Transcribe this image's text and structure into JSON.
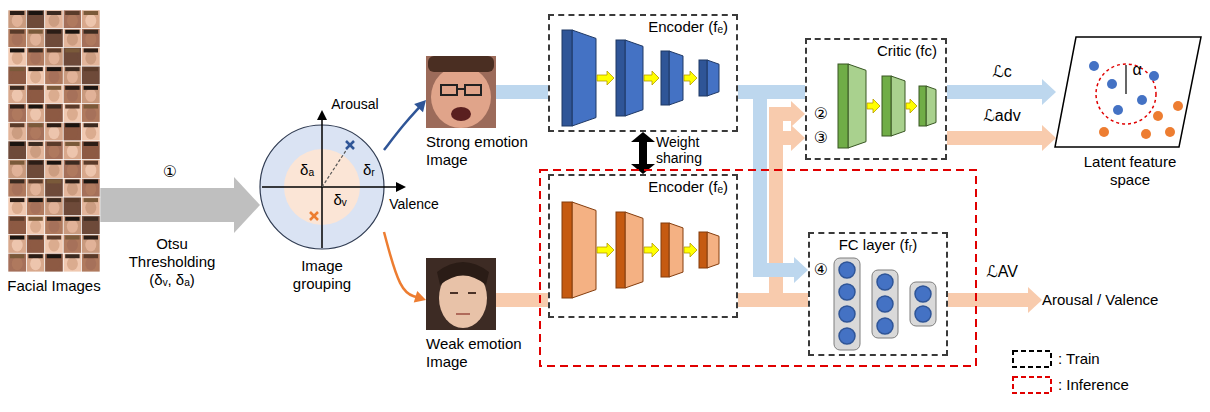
{
  "diagram": {
    "nodes": [
      {
        "text": [
          "Facial Images"
        ]
      },
      {
        "text": [
          "Image grouping"
        ]
      },
      {
        "text": [
          "Strong emotion Image"
        ]
      },
      {
        "text": [
          "Weak emotion Image"
        ]
      },
      {
        "text": [
          "Encoder (fₑ)"
        ]
      },
      {
        "text": [
          "Encoder (fₑ)"
        ]
      },
      {
        "text": [
          "Critic (fc)"
        ]
      },
      {
        "text": [
          "FC layer (fᵣ)"
        ]
      },
      {
        "text": [
          "Latent feature space"
        ]
      },
      {
        "text": [
          "Arousal / Valence"
        ]
      }
    ],
    "edges": [
      {
        "from": 0,
        "to": 1,
        "arrow": "to",
        "label": "①"
      },
      {
        "from": 1,
        "to": 2,
        "arrow": "to"
      },
      {
        "from": 1,
        "to": 3,
        "arrow": "to"
      },
      {
        "from": 2,
        "to": 4,
        "arrow": "none"
      },
      {
        "from": 3,
        "to": 5,
        "arrow": "none"
      },
      {
        "from": 4,
        "to": 5,
        "arrow": "both",
        "label": "Weight sharing"
      },
      {
        "from": 4,
        "to": 6,
        "arrow": "none"
      },
      {
        "from": 5,
        "to": 6,
        "arrow": "to",
        "label": "②"
      },
      {
        "from": 5,
        "to": 6,
        "arrow": "to",
        "label": "③"
      },
      {
        "from": 5,
        "to": 7,
        "arrow": "none"
      },
      {
        "from": 4,
        "to": 7,
        "arrow": "to",
        "label": "④"
      },
      {
        "from": 6,
        "to": 8,
        "arrow": "to",
        "label": "ℒc"
      },
      {
        "from": 6,
        "to": 8,
        "arrow": "to",
        "label": "ℒadv"
      },
      {
        "from": 7,
        "to": 9,
        "arrow": "to",
        "label": "ℒAV"
      }
    ],
    "labels": [
      "Arousal",
      "Valence",
      "δₐ",
      "δᵣ",
      "δᵥ",
      "Otsu Thresholding (δᵥ, δₐ)",
      "α"
    ],
    "legend": [
      {
        "text": ": Train"
      },
      {
        "text": ": Inference"
      }
    ]
  }
}
